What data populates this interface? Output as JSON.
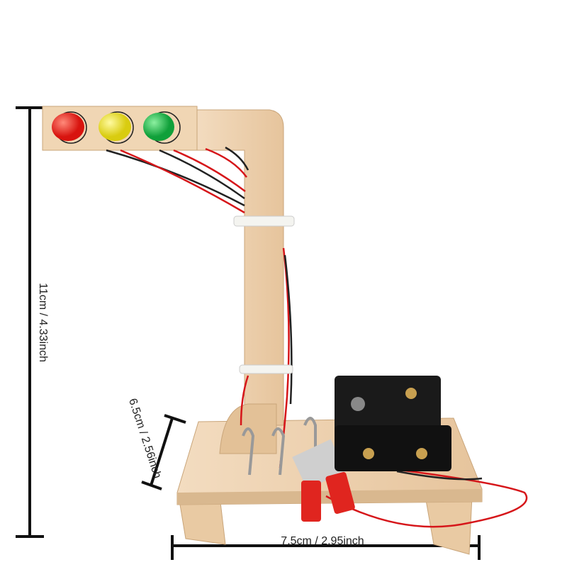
{
  "dimensions": {
    "height_label": "11cm / 4.33inch",
    "depth_label": "6.5cm / 2.56inch",
    "width_label": "7.5cm / 2.95inch"
  },
  "product": {
    "lights": [
      {
        "name": "red",
        "color": "#e8201c"
      },
      {
        "name": "yellow",
        "color": "#e8de1a"
      },
      {
        "name": "green",
        "color": "#1db043"
      }
    ],
    "wood_color": "#efd3b0",
    "battery_box_color": "#1a1a1a",
    "wire_color": "#d6161a"
  }
}
